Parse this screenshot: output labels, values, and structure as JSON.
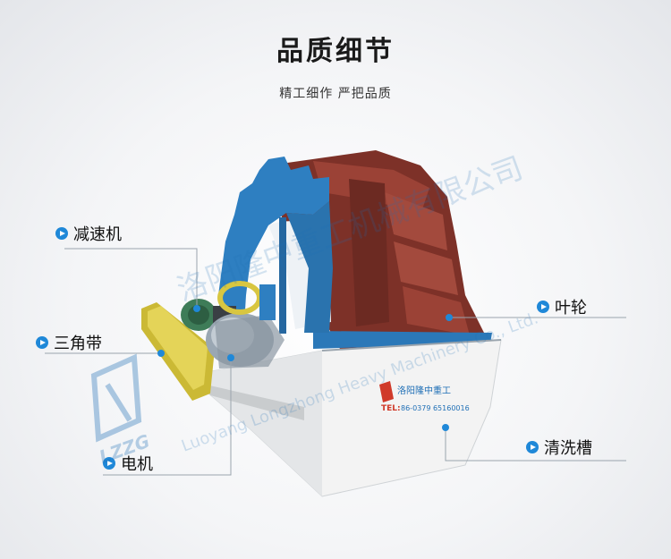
{
  "header": {
    "title": "品质细节",
    "subtitle": "精工细作 严把品质"
  },
  "labels": {
    "reducer": "减速机",
    "belt": "三角带",
    "motor": "电机",
    "impeller": "叶轮",
    "tank": "清洗槽"
  },
  "tank_plate": {
    "company": "洛阳隆中重工",
    "tel": "TEL:",
    "phone": "86-0379 65160016"
  },
  "watermark": {
    "chinese": "洛阳隆中重工机械有限公司",
    "english": "Luoyang Longzhong Heavy Machinery Co., Ltd.",
    "logo": "LZZG"
  },
  "colors": {
    "accent": "#1f88d8",
    "wheel_frame": "#2e7fc1",
    "bucket": "#8b3a2f",
    "tank": "#f1f1f1",
    "belt_guard": "#d8c640"
  }
}
